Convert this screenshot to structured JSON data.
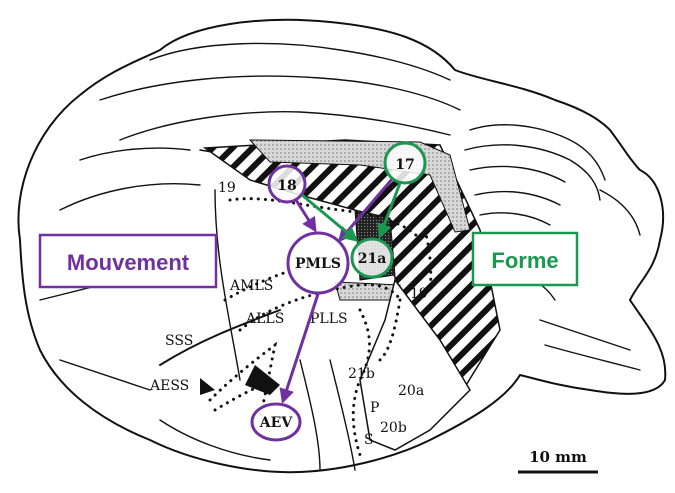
{
  "labels": {
    "area_19_left": "19",
    "area_18": "18",
    "area_17": "17",
    "pmls": "PMLS",
    "area_21a": "21a",
    "amls": "AMLS",
    "alls": "ALLS",
    "plls": "PLLS",
    "sss": "SSS",
    "aess": "AESS",
    "aev": "AEV",
    "area_19_right": "19",
    "area_21b": "21b",
    "area_20a": "20a",
    "area_20b": "20b",
    "p": "P",
    "s": "S"
  },
  "pathways": {
    "motion": "Mouvement",
    "form": "Forme"
  },
  "scale_bar": "10 mm",
  "colors": {
    "motion": "#7030a0",
    "form": "#1a9850",
    "ink": "#111111"
  }
}
